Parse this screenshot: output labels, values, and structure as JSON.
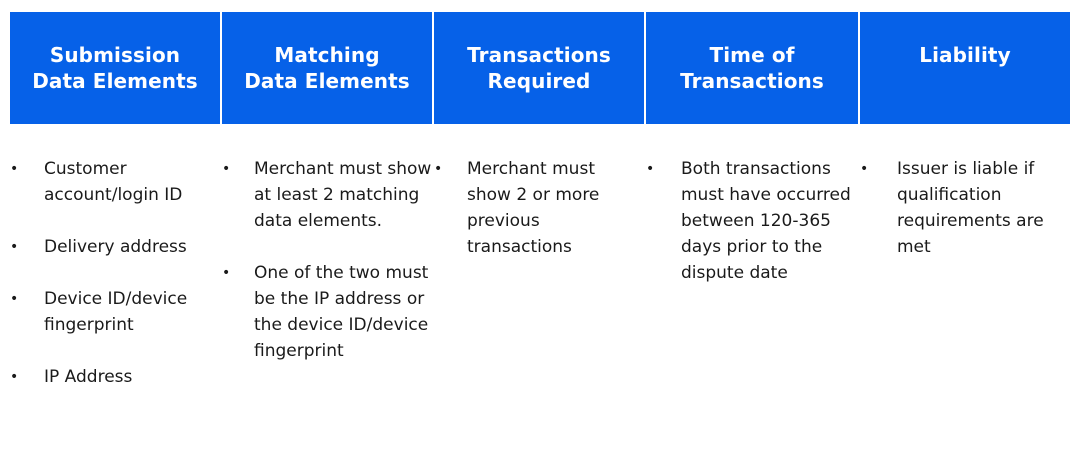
{
  "columns": [
    {
      "header": "Submission\nData Elements",
      "items": [
        "Customer account/login ID",
        "Delivery address",
        "Device ID/device fingerprint",
        "IP Address"
      ]
    },
    {
      "header": "Matching\nData Elements",
      "items": [
        "Merchant must show at least 2 matching data elements.",
        "One of the two must be the IP address or the device ID/device fingerprint"
      ]
    },
    {
      "header": "Transactions\nRequired",
      "items": [
        "Merchant must show 2 or more previous transactions"
      ]
    },
    {
      "header": "Time of\nTransactions",
      "items": [
        "Both transactions must have occurred between 120-365 days prior to the dispute date"
      ]
    },
    {
      "header": "Liability",
      "items": [
        "Issuer is liable if qualification requirements are met"
      ]
    }
  ],
  "colors": {
    "header_bg": "#0661e8",
    "header_text": "#ffffff",
    "body_text": "#1a1a1a"
  }
}
